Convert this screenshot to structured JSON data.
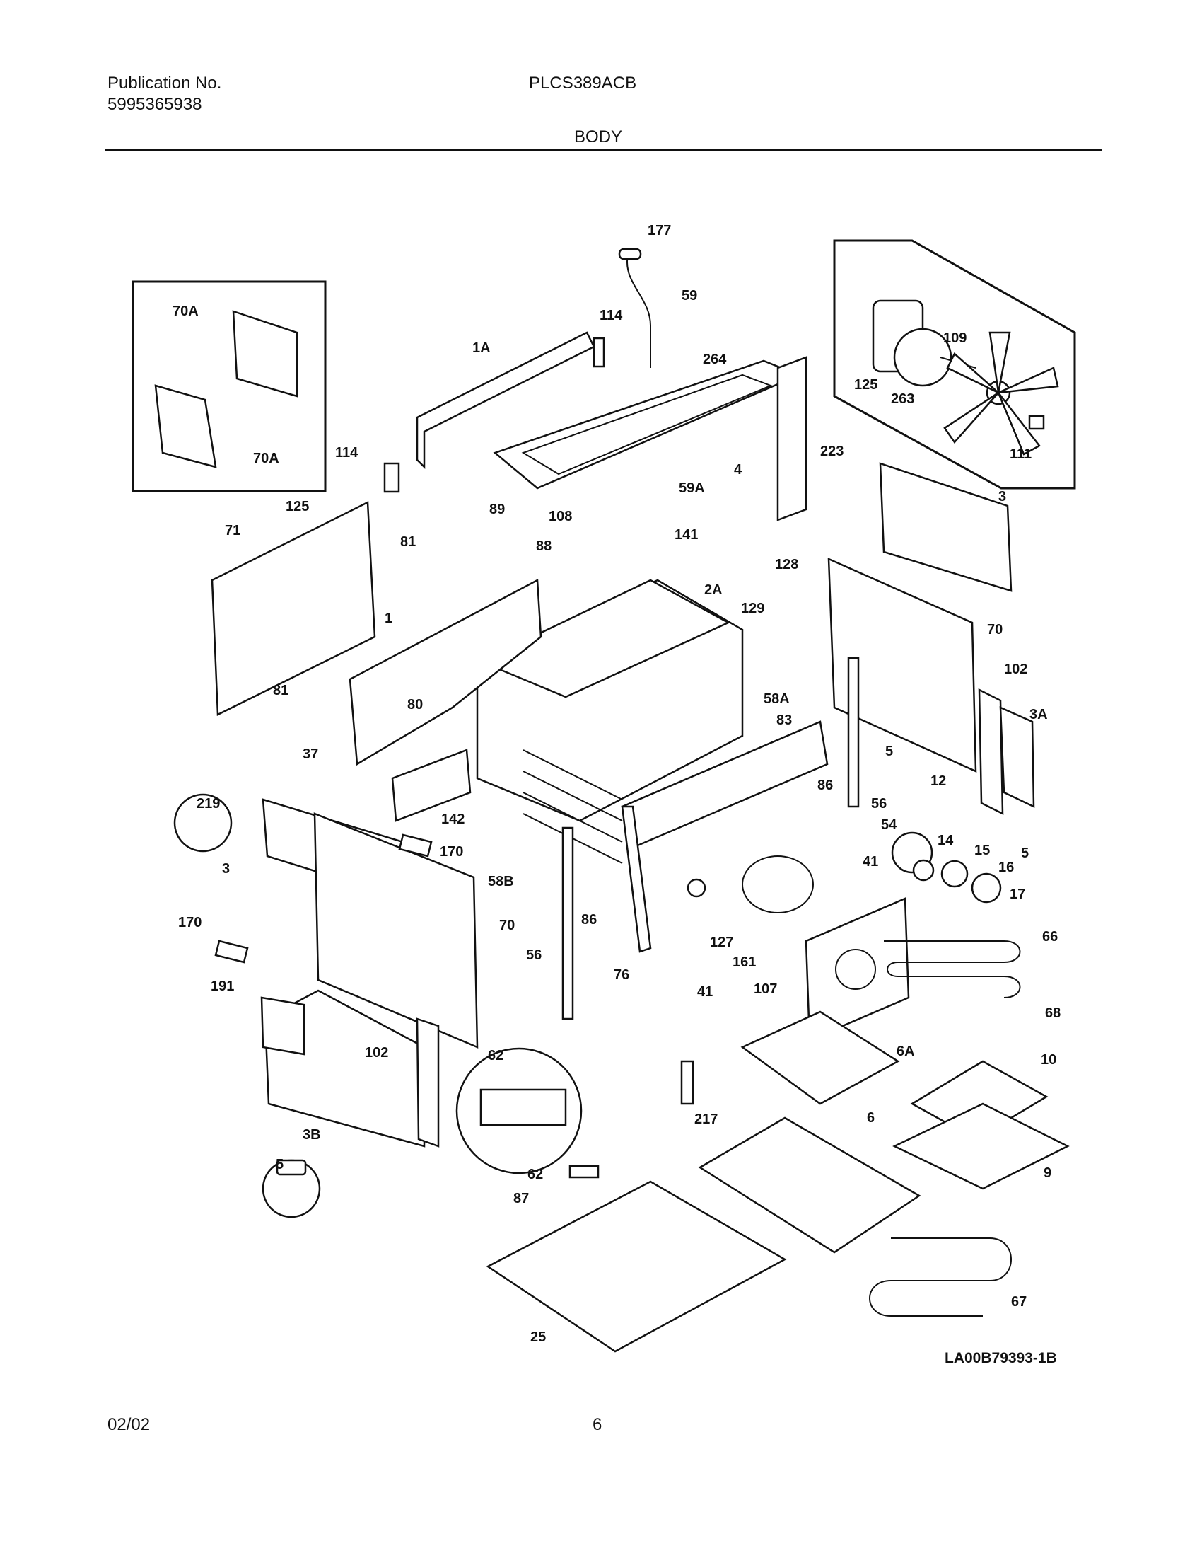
{
  "header": {
    "publication_label": "Publication No.",
    "publication_number": "5995365938",
    "model": "PLCS389ACB",
    "section_title": "BODY"
  },
  "callouts": [
    "177",
    "59",
    "114",
    "1A",
    "264",
    "70A",
    "70A",
    "114",
    "4",
    "223",
    "125",
    "109",
    "263",
    "125",
    "111",
    "59A",
    "89",
    "108",
    "141",
    "128",
    "3",
    "71",
    "81",
    "88",
    "2A",
    "129",
    "70",
    "1",
    "80",
    "58A",
    "102",
    "3A",
    "81",
    "37",
    "83",
    "5",
    "219",
    "142",
    "86",
    "12",
    "56",
    "54",
    "14",
    "15",
    "170",
    "58B",
    "41",
    "5",
    "16",
    "3",
    "17",
    "170",
    "86",
    "127",
    "66",
    "70",
    "56",
    "161",
    "76",
    "41",
    "107",
    "191",
    "68",
    "62",
    "6A",
    "102",
    "10",
    "217",
    "6",
    "3B",
    "5",
    "62",
    "9",
    "87",
    "67",
    "25"
  ],
  "drawing_id": "LA00B79393-1B",
  "footer": {
    "date": "02/02",
    "page": "6"
  }
}
